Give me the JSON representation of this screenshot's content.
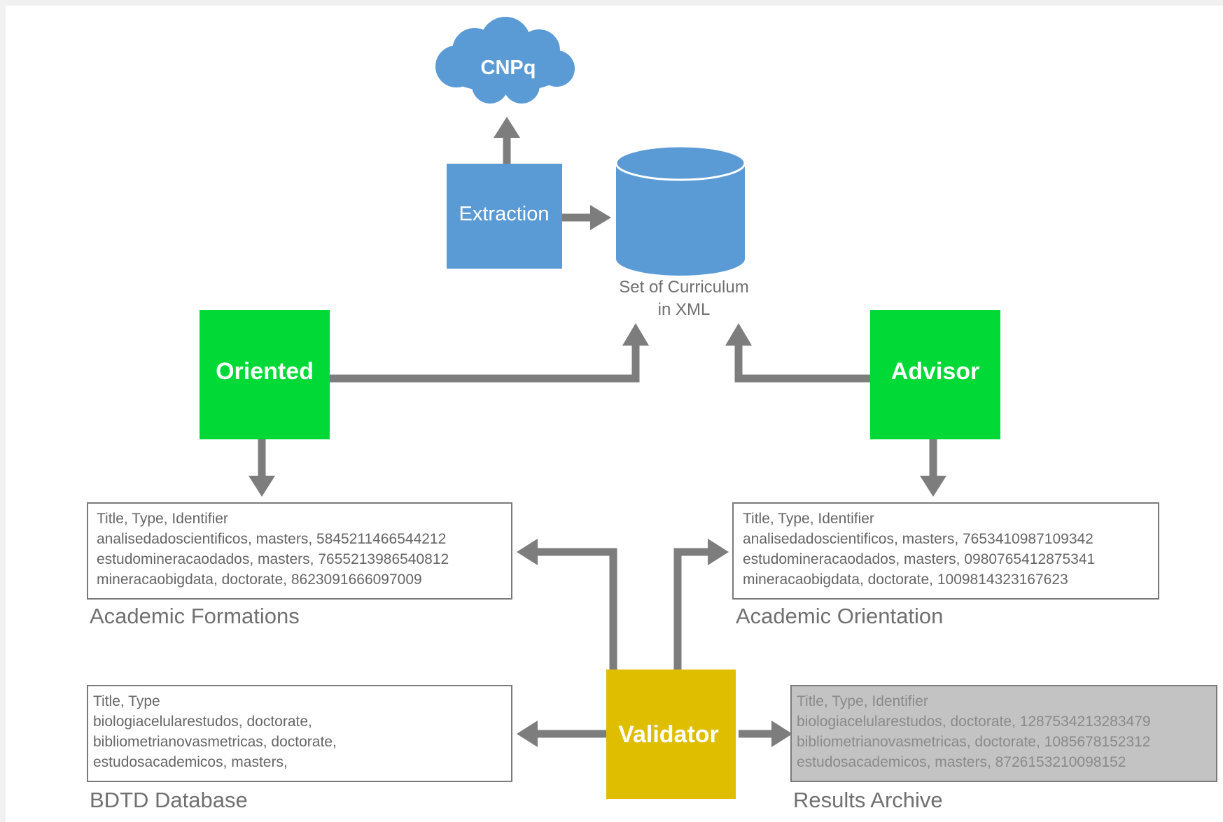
{
  "nodes": {
    "cnpq": {
      "label": "CNPq",
      "color": "#5b9bd5"
    },
    "extraction": {
      "label": "Extraction",
      "color": "#5b9bd5"
    },
    "database": {
      "caption_line1": "Set of Curriculum",
      "caption_line2": "in XML",
      "color": "#5b9bd5"
    },
    "oriented": {
      "label": "Oriented",
      "color": "#00d936"
    },
    "advisor": {
      "label": "Advisor",
      "color": "#00d936"
    },
    "validator": {
      "label": "Validator",
      "color": "#dfbe00"
    }
  },
  "tables": {
    "academic_formations": {
      "caption": "Academic Formations",
      "lines": [
        "Title, Type, Identifier",
        "analisedadoscientificos, masters, 5845211466544212",
        "estudomineracaodados, masters, 7655213986540812",
        "mineracaobigdata, doctorate, 8623091666097009"
      ]
    },
    "academic_orientation": {
      "caption": "Academic Orientation",
      "lines": [
        "Title, Type, Identifier",
        "analisedadoscientificos, masters, 7653410987109342",
        "estudomineracaodados, masters, 0980765412875341",
        "mineracaobigdata, doctorate, 1009814323167623"
      ]
    },
    "bdtd_database": {
      "caption": "BDTD Database",
      "lines": [
        "Title, Type",
        "biologiacelularestudos, doctorate,",
        "bibliometrianovasmetricas, doctorate,",
        "estudosacademicos, masters,"
      ]
    },
    "results_archive": {
      "caption": "Results Archive",
      "fill": "#c3c3c3",
      "lines": [
        "Title, Type, Identifier",
        "biologiacelularestudos, doctorate, 1287534213283479",
        "bibliometrianovasmetricas, doctorate, 1085678152312",
        "estudosacademicos, masters, 8726153210098152"
      ]
    }
  },
  "colors": {
    "arrow": "#7d7d7d",
    "table_border": "#7a7a7a",
    "text_gray": "#707070"
  }
}
